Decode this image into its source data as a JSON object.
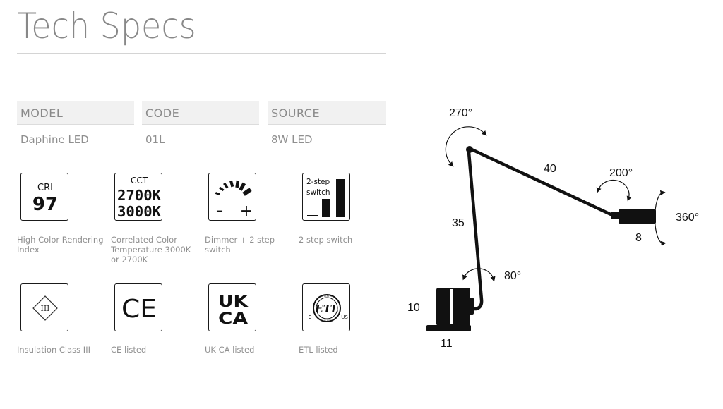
{
  "page": {
    "title": "Tech Specs"
  },
  "specs": [
    {
      "header": "MODEL",
      "value": "Daphine LED"
    },
    {
      "header": "CODE",
      "value": "01L"
    },
    {
      "header": "SOURCE",
      "value": "8W LED"
    }
  ],
  "features": [
    {
      "icon": "cri-icon",
      "icon_text": [
        "CRI",
        "97"
      ],
      "label": "High Color Rendering Index"
    },
    {
      "icon": "cct-icon",
      "icon_text": [
        "CCT",
        "2700K",
        "3000K"
      ],
      "label": "Correlated Color Temperature 3000K or 2700K"
    },
    {
      "icon": "dimmer-icon",
      "icon_text": [
        "–",
        "+"
      ],
      "label": "Dimmer + 2 step switch"
    },
    {
      "icon": "two-step-switch-icon",
      "icon_text": [
        "2-step",
        "switch"
      ],
      "label": "2 step switch"
    },
    {
      "icon": "insulation-class-iii-icon",
      "icon_text": [
        "III"
      ],
      "label": "Insulation Class III"
    },
    {
      "icon": "ce-mark-icon",
      "icon_text": [
        "CE"
      ],
      "label": "CE listed"
    },
    {
      "icon": "ukca-mark-icon",
      "icon_text": [
        "UK",
        "CA"
      ],
      "label": "UK CA listed"
    },
    {
      "icon": "etl-mark-icon",
      "icon_text": [
        "ETL",
        "C",
        "US",
        "INTERTEK",
        "LISTED"
      ],
      "label": "ETL listed"
    }
  ],
  "diagram": {
    "rotations": {
      "top_pivot": "270°",
      "head_pivot": "200°",
      "head_spin": "360°",
      "base_pivot": "80°"
    },
    "dimensions": {
      "upper_arm": "40",
      "lower_arm": "35",
      "head": "8",
      "base_height": "10",
      "base_width": "11"
    }
  }
}
